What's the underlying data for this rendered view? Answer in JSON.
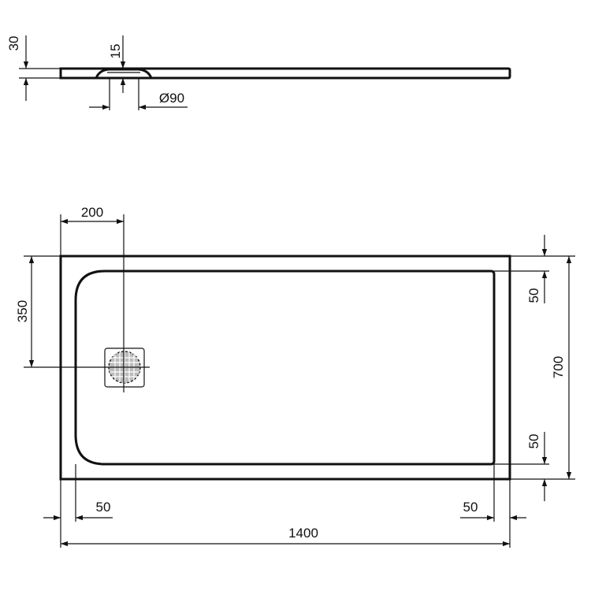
{
  "colors": {
    "line": "#111111",
    "background": "#ffffff"
  },
  "side_view": {
    "height_label": "30",
    "drain_depth_label": "15",
    "drain_diameter_label": "Ø90"
  },
  "plan_view": {
    "drain_offset_x_label": "200",
    "drain_offset_y_label": "350",
    "rim_top_label": "50",
    "width_label": "700",
    "rim_bottom_label": "50",
    "rim_left_label": "50",
    "rim_right_label": "50",
    "length_label": "1400"
  }
}
